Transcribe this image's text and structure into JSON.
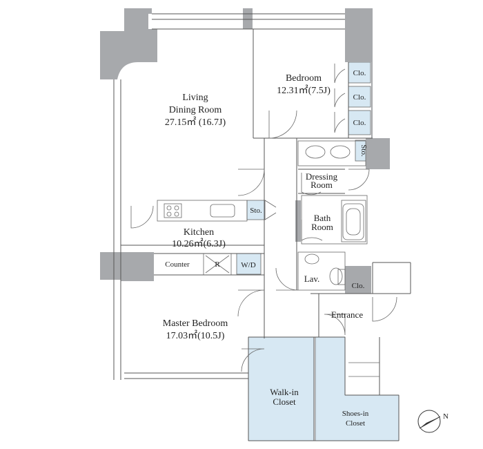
{
  "rooms": {
    "living": {
      "name_line1": "Living",
      "name_line2": "Dining Room",
      "area": "27.15㎡ (16.7J)"
    },
    "bedroom": {
      "name": "Bedroom",
      "area": "12.31㎡(7.5J)"
    },
    "kitchen": {
      "name": "Kitchen",
      "area": "10.26㎡(6.3J)"
    },
    "master": {
      "name": "Master Bedroom",
      "area": "17.03㎡(10.5J)"
    },
    "dressing": {
      "name_line1": "Dressing",
      "name_line2": "Room"
    },
    "bath": {
      "name_line1": "Bath",
      "name_line2": "Room"
    },
    "lav": {
      "name": "Lav."
    },
    "entrance": {
      "name": "Entrance"
    },
    "walkin": {
      "name_line1": "Walk-in",
      "name_line2": "Closet"
    },
    "shoesin": {
      "name_line1": "Shoes-in",
      "name_line2": "Closet"
    }
  },
  "fixtures": {
    "clo": "Clo.",
    "sto": "Sto.",
    "counter": "Counter",
    "r": "R",
    "wd": "W/D"
  },
  "compass": {
    "north": "N"
  },
  "colors": {
    "wall": "#a7a9ac",
    "storage_fill": "#d7e8f3"
  }
}
